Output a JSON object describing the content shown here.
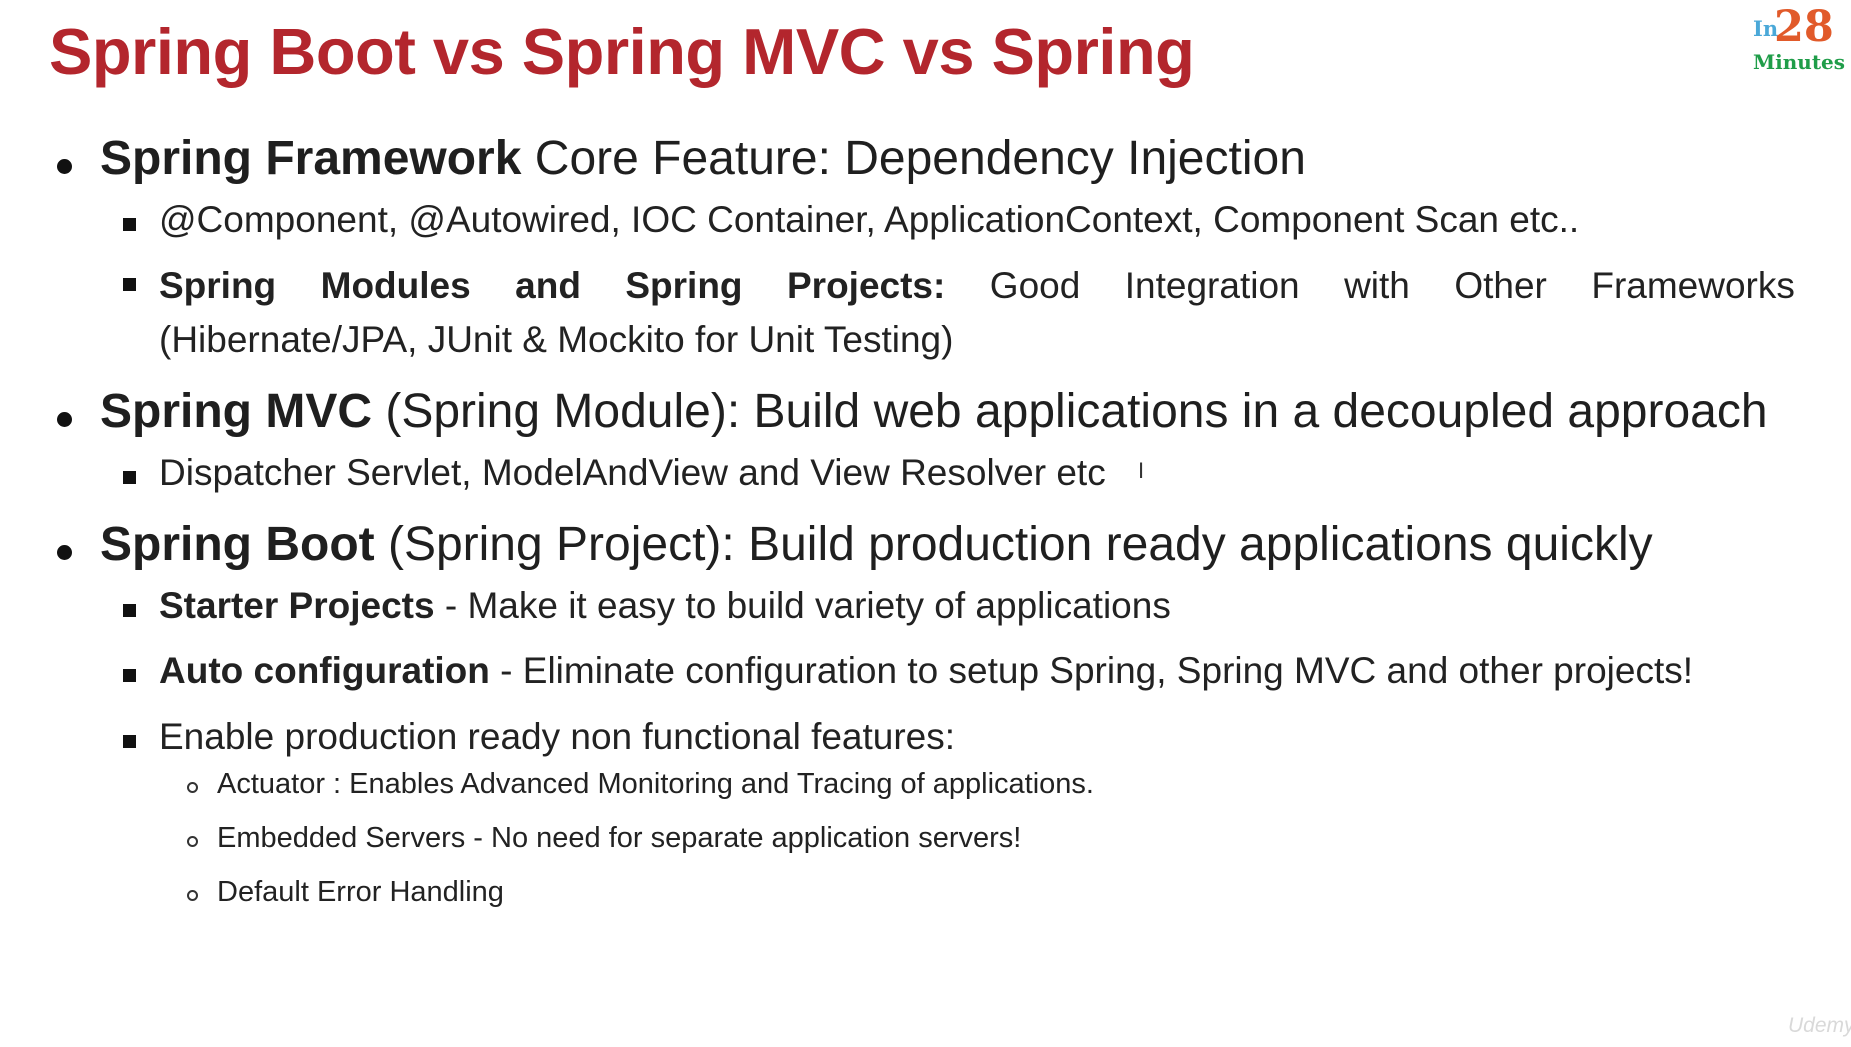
{
  "title": "Spring Boot vs Spring MVC vs Spring",
  "logo": {
    "prefix": "In",
    "number": "28",
    "suffix": "Minutes"
  },
  "sections": [
    {
      "bold": "Spring Framework",
      "rest": " Core Feature: Dependency Injection",
      "items": [
        {
          "text": "@Component, @Autowired, IOC Container, ApplicationContext, Component Scan etc.."
        },
        {
          "line1_words": [
            "Spring",
            "Modules",
            "and",
            "Spring",
            "Projects:",
            "Good",
            "Integration",
            "with",
            "Other",
            "Frameworks"
          ],
          "line2": "(Hibernate/JPA, JUnit & Mockito for Unit Testing)"
        }
      ]
    },
    {
      "bold": "Spring MVC",
      "rest": " (Spring Module): Build web applications in a decoupled approach",
      "items": [
        {
          "text": "Dispatcher Servlet, ModelAndView and View Resolver etc"
        }
      ]
    },
    {
      "bold": "Spring Boot",
      "rest": " (Spring Project): Build production ready applications quickly",
      "items": [
        {
          "bold": "Starter Projects",
          "rest": " - Make it easy to build variety of applications"
        },
        {
          "bold": "Auto configuration",
          "rest": " - Eliminate configuration to setup Spring, Spring MVC and other projects!"
        },
        {
          "text": "Enable production ready non functional features:"
        }
      ],
      "subitems": [
        "Actuator : Enables Advanced Monitoring and Tracing of applications.",
        "Embedded Servers - No need for separate application servers!",
        "Default Error Handling"
      ]
    }
  ],
  "watermark": "Udemy"
}
